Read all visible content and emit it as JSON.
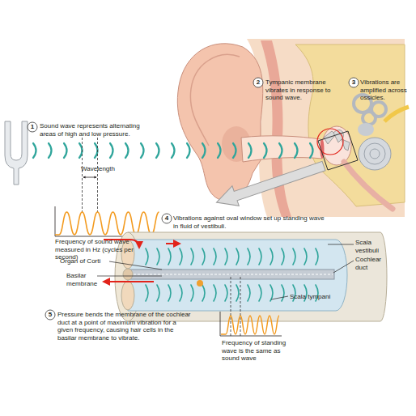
{
  "diagram": {
    "labels": [
      "1",
      "Sound wave represents alternating areas of high and low pressure.",
      "Wavelength",
      "Frequency of sound wave measured in Hz (cycles per second)",
      "2",
      "Tympanic membrane vibrates in response to sound wave.",
      "3",
      "Vibrations are amplified across ossicles.",
      "4",
      "Vibrations against oval window set up standing wave in fluid of vestibuli.",
      "Scala vestibuli",
      "Cochlear duct",
      "Organ of Corti",
      "Basilar membrane",
      "5",
      "Scala tympani",
      "Pressure bends the membrane of the cochlear duct at a point of maximum vibration for a given frequency, causing hair cells in the basilar membrane to vibrate.",
      "Frequency of standing wave is the same as sound wave"
    ]
  }
}
